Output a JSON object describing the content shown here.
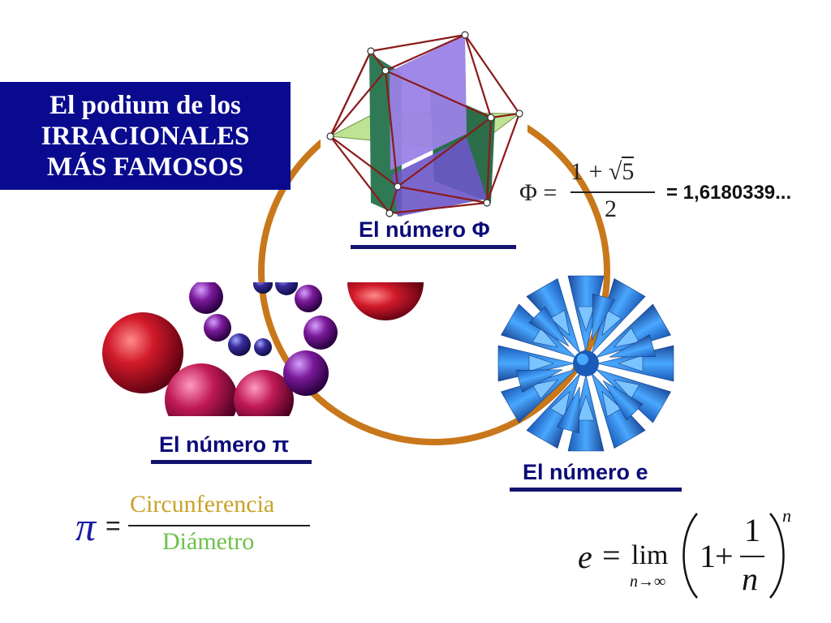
{
  "title": {
    "line1": "El podium de los",
    "line2": "IRRACIONALES",
    "line3": "MÁS FAMOSOS"
  },
  "colors": {
    "title_bg": "#0a0a8f",
    "label_text": "#0b0b78",
    "ring": "#c8781a",
    "circ": "#c9a227",
    "diam": "#6cc04a"
  },
  "phi": {
    "label": "El número Φ",
    "formula": {
      "lhs": "Φ =",
      "num_one": "1 + ",
      "sqrt_sign": "√",
      "sqrt_arg": "5",
      "den": "2",
      "value": "= 1,6180339..."
    },
    "icon": "icosahedron-golden-rectangles"
  },
  "pi": {
    "label": "El número π",
    "formula": {
      "lhs": "π",
      "eq": "=",
      "num": "Circunferencia",
      "den": "Diámetro"
    },
    "icon": "sphere-spiral"
  },
  "e": {
    "label": "El número e",
    "formula": {
      "lhs": "e",
      "eq": "=",
      "lim": "lim",
      "sub": "n→∞",
      "one": "1",
      "plus": "+",
      "frac_num": "1",
      "frac_den": "n",
      "exp": "n"
    },
    "icon": "blue-cone-fractal"
  }
}
